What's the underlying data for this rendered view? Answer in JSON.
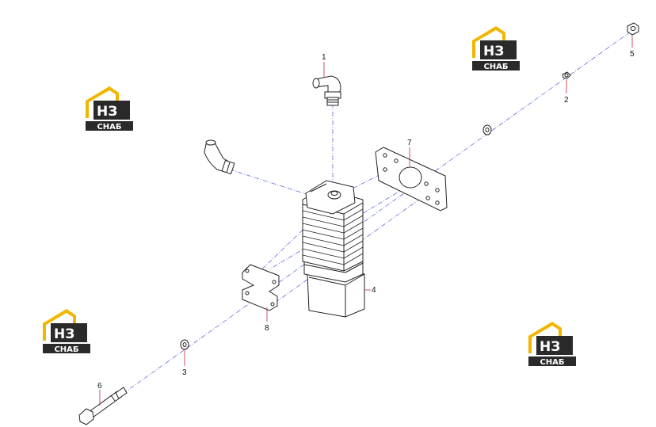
{
  "diagram": {
    "callouts": [
      "1",
      "2",
      "3",
      "4",
      "5",
      "6",
      "7",
      "8"
    ]
  },
  "watermark": {
    "logo_letters": "НЗ",
    "logo_caption": "СНАБ",
    "colors": {
      "house": "#f2b600",
      "dark": "#2a2a2a",
      "text": "#ffffff"
    }
  },
  "colors": {
    "centerline": "#4a5ad0",
    "leader": "#c0283c",
    "part_stroke": "#222222",
    "part_fill": "#ffffff"
  }
}
